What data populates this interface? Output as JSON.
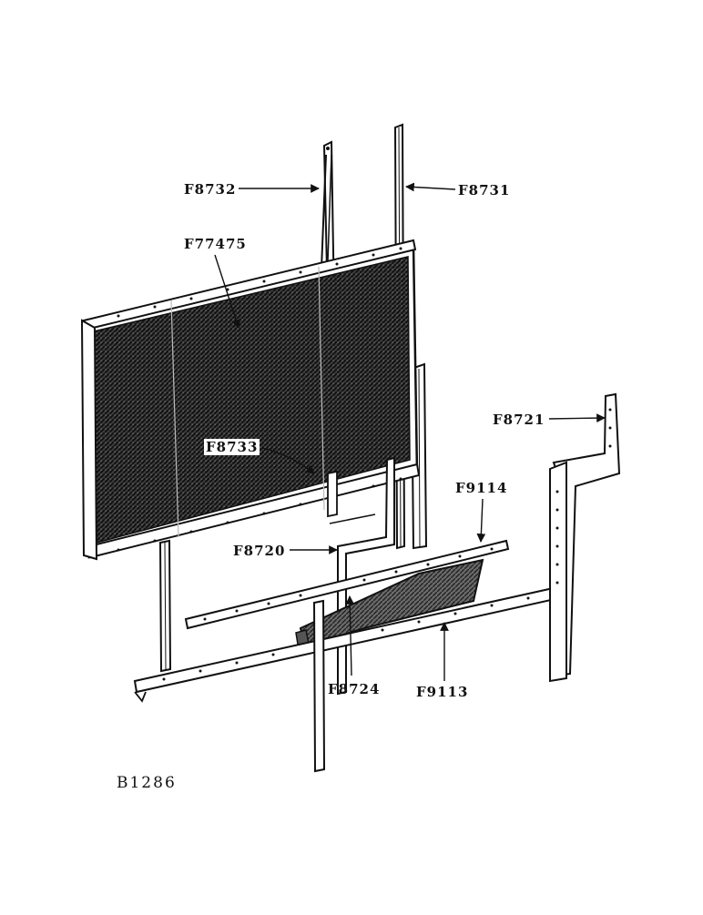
{
  "callouts": {
    "f8732": "F8732",
    "f8731": "F8731",
    "f77475": "F77475",
    "f8721": "F8721",
    "f8733": "F8733",
    "f9114": "F9114",
    "f8720": "F8720",
    "f8724": "F8724",
    "f9113": "F9113"
  },
  "figure_code": "B1286",
  "colors": {
    "ink": "#111111",
    "screen": "#2a2a2a",
    "paper": "#ffffff"
  }
}
